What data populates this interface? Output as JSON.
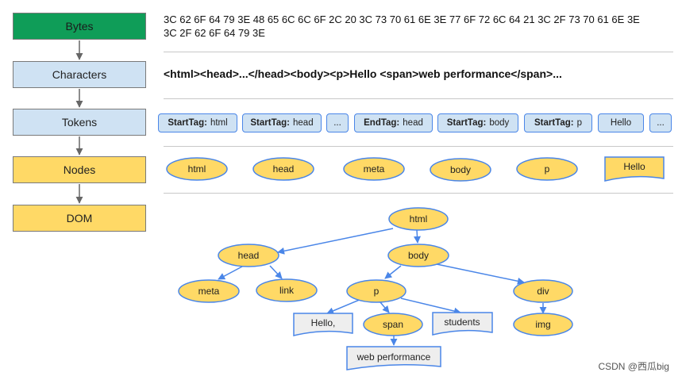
{
  "stages": [
    "Bytes",
    "Characters",
    "Tokens",
    "Nodes",
    "DOM"
  ],
  "bytes_text": "3C 62 6F 64 79 3E 48 65 6C 6C 6F 2C 20 3C 73 70 61 6E 3E 77 6F 72 6C 64 21 3C 2F 73 70 61 6E 3E 3C 2F 62 6F 64 79 3E",
  "characters_text": "<html><head>...</head><body><p>Hello <span>web performance</span>...",
  "tokens": [
    {
      "kind": "StartTag:",
      "name": "html"
    },
    {
      "kind": "StartTag:",
      "name": "head"
    },
    {
      "kind": "",
      "name": "..."
    },
    {
      "kind": "EndTag:",
      "name": "head"
    },
    {
      "kind": "StartTag:",
      "name": "body"
    },
    {
      "kind": "StartTag:",
      "name": "p"
    },
    {
      "kind": "",
      "name": "Hello"
    },
    {
      "kind": "",
      "name": "..."
    }
  ],
  "nodes": [
    "html",
    "head",
    "meta",
    "body",
    "p",
    "Hello"
  ],
  "dom_tree": {
    "html": "html",
    "head": "head",
    "body": "body",
    "meta": "meta",
    "link": "link",
    "p": "p",
    "div": "div",
    "hello": "Hello,",
    "span": "span",
    "students": "students",
    "img": "img",
    "web_performance": "web performance"
  },
  "watermark": "CSDN @西瓜big",
  "colors": {
    "bytes_green": "#0f9d58",
    "light_blue": "#cfe2f3",
    "yellow": "#ffd966",
    "blue_stroke": "#4a86e8",
    "text_box": "#eeeeee"
  }
}
